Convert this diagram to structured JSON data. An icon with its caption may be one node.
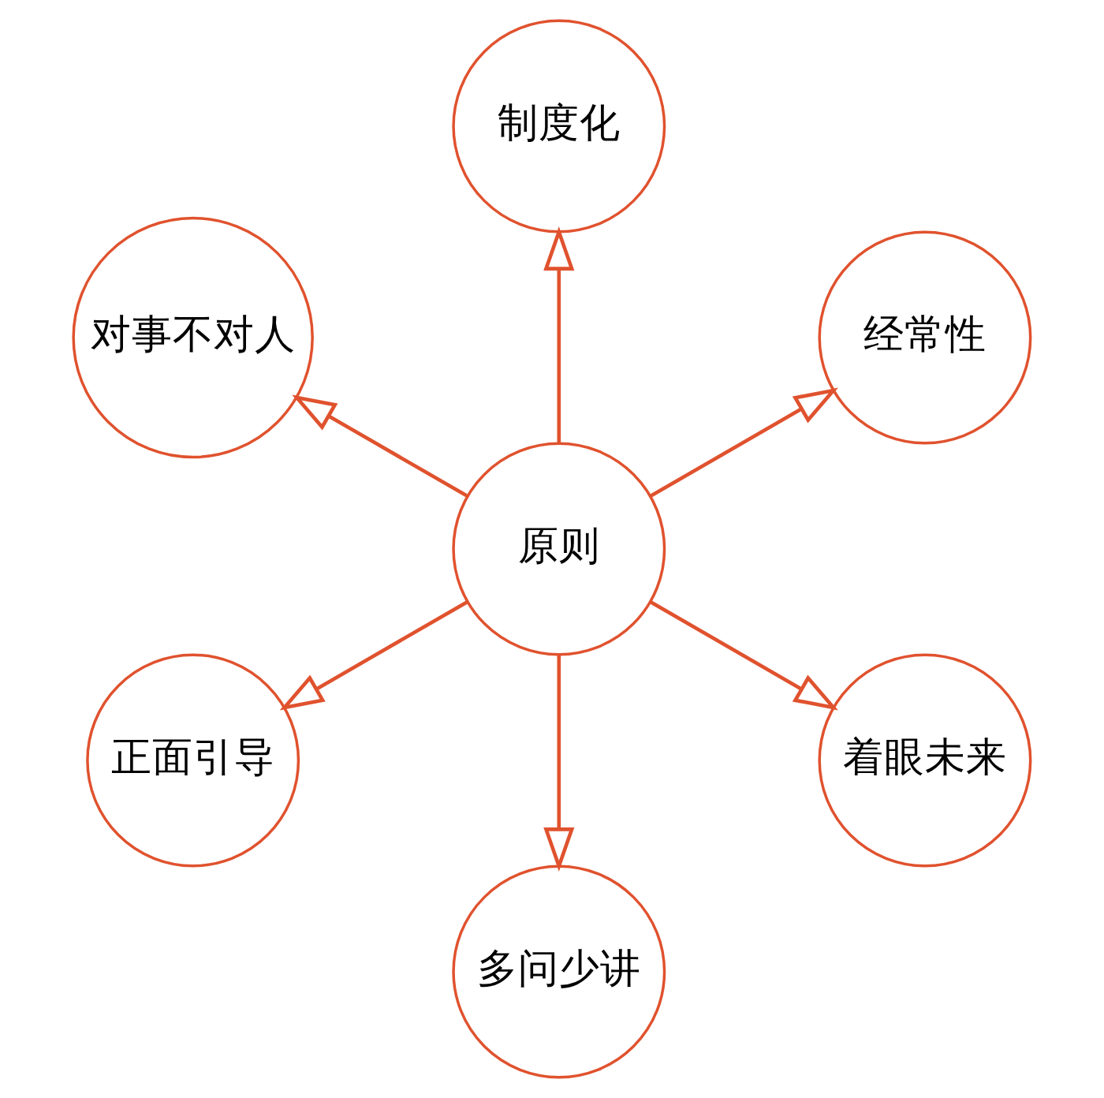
{
  "diagram": {
    "nodes": [
      {
        "text": [
          "经常性"
        ]
      },
      {
        "text": [
          "制度化"
        ]
      },
      {
        "text": [
          "对事不对人"
        ]
      },
      {
        "text": [
          "原则"
        ]
      },
      {
        "text": [
          "正面引导"
        ]
      },
      {
        "text": [
          "多问少讲"
        ]
      },
      {
        "text": [
          "着眼未来"
        ]
      }
    ],
    "edges": [
      {
        "from": 3,
        "to": 0,
        "arrow": "to"
      },
      {
        "from": 3,
        "to": 2,
        "arrow": "to"
      },
      {
        "from": 3,
        "to": 5,
        "arrow": "to"
      },
      {
        "from": 3,
        "to": 6,
        "arrow": "to"
      },
      {
        "from": 3,
        "to": 4,
        "arrow": "to"
      },
      {
        "from": 3,
        "to": 1,
        "arrow": "to"
      }
    ]
  }
}
